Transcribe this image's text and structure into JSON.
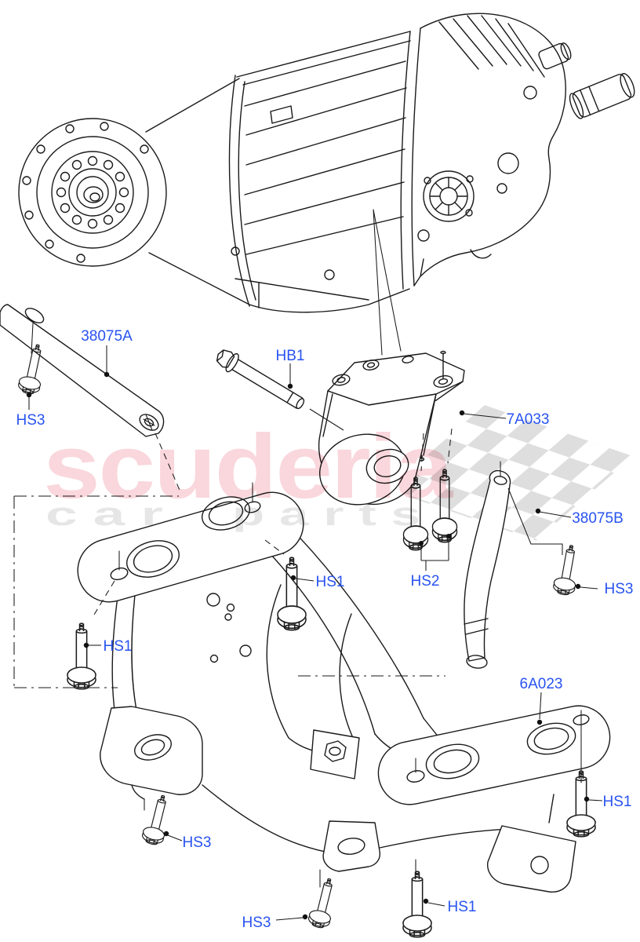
{
  "page": {
    "background": "#ffffff",
    "line_color": "#1a1a1a",
    "label_color": "#2853f0"
  },
  "watermark": {
    "brand": "scuderia",
    "tagline_left": "c a r",
    "tagline_right": "p a r t s",
    "brand_color": "#f8cdd3",
    "tagline_color": "#e4e4e4",
    "flag_color": "#d9d9d9"
  },
  "callouts": {
    "c38075A": {
      "label": "38075A"
    },
    "hs3_upper_left": {
      "label": "HS3"
    },
    "hb1": {
      "label": "HB1"
    },
    "c7A033": {
      "label": "7A033"
    },
    "c38075B": {
      "label": "38075B"
    },
    "hs1_mid": {
      "label": "HS1"
    },
    "hs2": {
      "label": "HS2"
    },
    "hs3_right": {
      "label": "HS3"
    },
    "hs1_left": {
      "label": "HS1"
    },
    "c6A023": {
      "label": "6A023"
    },
    "hs1_lower_right": {
      "label": "HS1"
    },
    "hs3_lower_left": {
      "label": "HS3"
    },
    "hs3_bottom": {
      "label": "HS3"
    },
    "hs1_bottom": {
      "label": "HS1"
    }
  }
}
